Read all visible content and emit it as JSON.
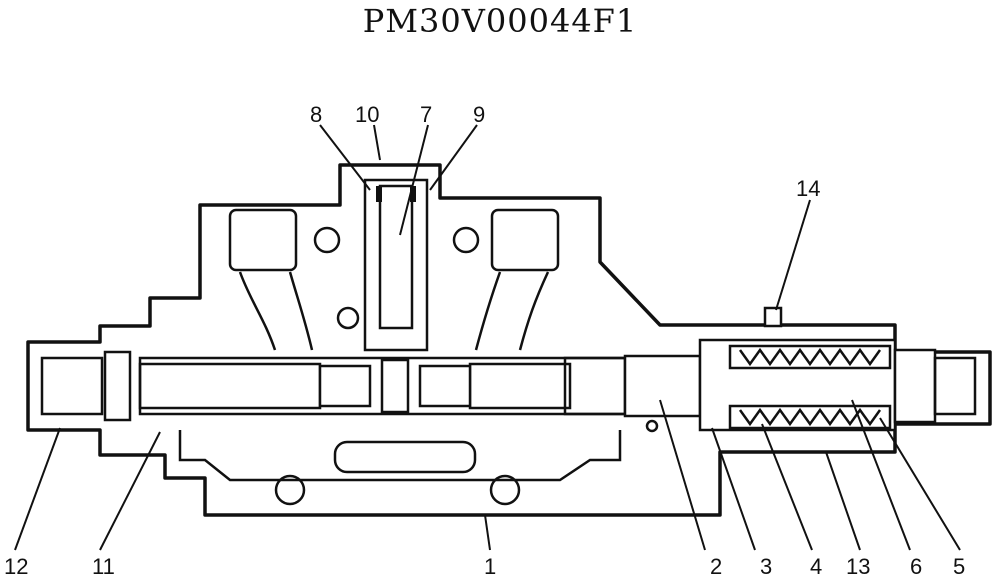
{
  "drawing_code": "PM30V00044F1",
  "callouts": [
    "1",
    "2",
    "3",
    "4",
    "5",
    "6",
    "7",
    "8",
    "9",
    "10",
    "11",
    "12",
    "13",
    "14"
  ]
}
